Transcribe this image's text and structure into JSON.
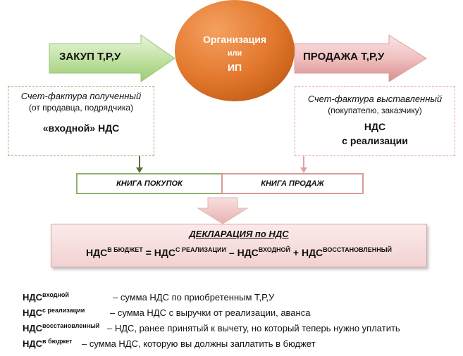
{
  "arrows": {
    "left": "ЗАКУП Т,Р,У",
    "right": "ПРОДАЖА Т,Р,У"
  },
  "organization": {
    "line1": "Организация",
    "line2": "или",
    "line3": "ИП"
  },
  "left_box": {
    "title": "Счет-фактура полученный",
    "subtitle": "(от продавца, подрядчика)",
    "main": "«входной» НДС"
  },
  "right_box": {
    "title": "Счет-фактура выставленный",
    "subtitle": "(покупателю, заказчику)",
    "main_line1": "НДС",
    "main_line2": "с реализации"
  },
  "books": {
    "purchases": "КНИГА ПОКУПОК",
    "sales": "КНИГА ПРОДАЖ"
  },
  "declaration": {
    "title": "ДЕКЛАРАЦИЯ по НДС",
    "t1": "НДС",
    "s1": "В БЮДЖЕТ",
    "eq": " = ",
    "t2": "НДС",
    "s2": "С РЕАЛИЗАЦИИ",
    "minus": " – ",
    "t3": "НДС",
    "s3": "ВХОДНОЙ",
    "plus": " + ",
    "t4": "НДС",
    "s4": "ВОССТАНОВЛЕННЫЙ"
  },
  "legend": [
    {
      "term": "НДС",
      "sup": "входной",
      "desc": "– сумма НДС по приобретенным Т,Р,У"
    },
    {
      "term": "НДС",
      "sup": "с реализации",
      "desc": "– сумма НДС с выручки от реализации, аванса"
    },
    {
      "term": "НДС",
      "sup": "восстановленный",
      "desc": "– НДС, ранее принятый к вычету, но который теперь нужно уплатить"
    },
    {
      "term": "НДС",
      "sup": "в бюджет",
      "desc": "– сумма НДС, которую вы должны заплатить в бюджет"
    }
  ],
  "colors": {
    "green": "#8db36b",
    "pink": "#e2a0a0",
    "orange": "#e2782d"
  }
}
